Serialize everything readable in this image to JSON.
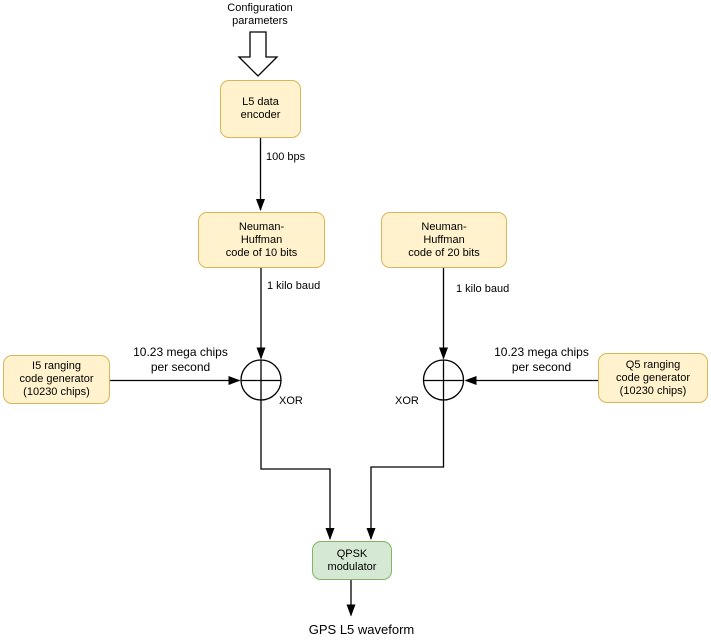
{
  "colors": {
    "canvas_bg": "#ffffff",
    "node_fill": "#FFF2CC",
    "node_border": "#D6B656",
    "modulator_fill": "#D5E8D4",
    "modulator_border": "#82B366",
    "connector": "#000000",
    "text": "#000000"
  },
  "nodes": {
    "config_input": "Configuration\nparameters",
    "l5_data_encoder": "L5 data\nencoder",
    "nh_code_10": "Neuman-\nHuffman\ncode of 10 bits",
    "nh_code_20": "Neuman-\nHuffman\ncode of 20 bits",
    "i5_ranging": "I5 ranging\ncode generator\n(10230 chips)",
    "q5_ranging": "Q5 ranging\ncode generator\n(10230 chips)",
    "qpsk_modulator": "QPSK\nmodulator",
    "gps_l5_waveform": "GPS L5 waveform"
  },
  "edge_labels": {
    "data_rate": "100 bps",
    "baud_rate_left": "1 kilo baud",
    "baud_rate_right": "1 kilo baud",
    "chip_rate_left": "10.23 mega chips\nper second",
    "chip_rate_right": "10.23 mega chips\nper second",
    "xor_left": "XOR",
    "xor_right": "XOR"
  }
}
